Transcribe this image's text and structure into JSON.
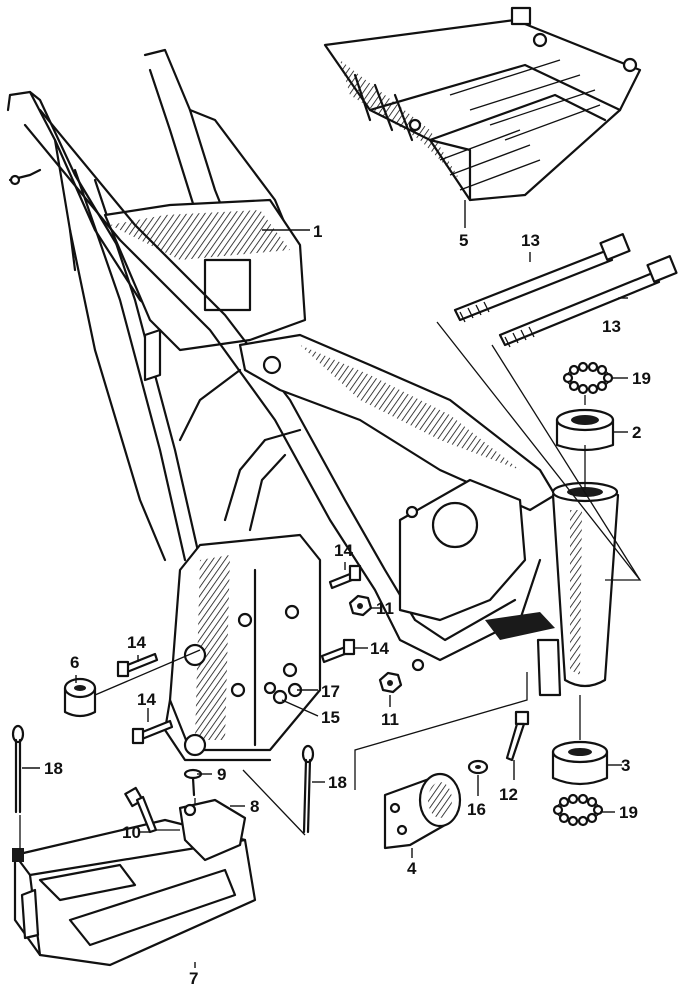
{
  "diagram": {
    "callouts": {
      "c1": "1",
      "c2": "2",
      "c3": "3",
      "c4": "4",
      "c5": "5",
      "c6": "6",
      "c7": "7",
      "c8": "8",
      "c9": "9",
      "c10": "10",
      "c11a": "11",
      "c11b": "11",
      "c12": "12",
      "c13a": "13",
      "c13b": "13",
      "c14a": "14",
      "c14b": "14",
      "c14c": "14",
      "c14d": "14",
      "c15": "15",
      "c16": "16",
      "c17": "17",
      "c18a": "18",
      "c18b": "18",
      "c19a": "19",
      "c19b": "19"
    }
  }
}
